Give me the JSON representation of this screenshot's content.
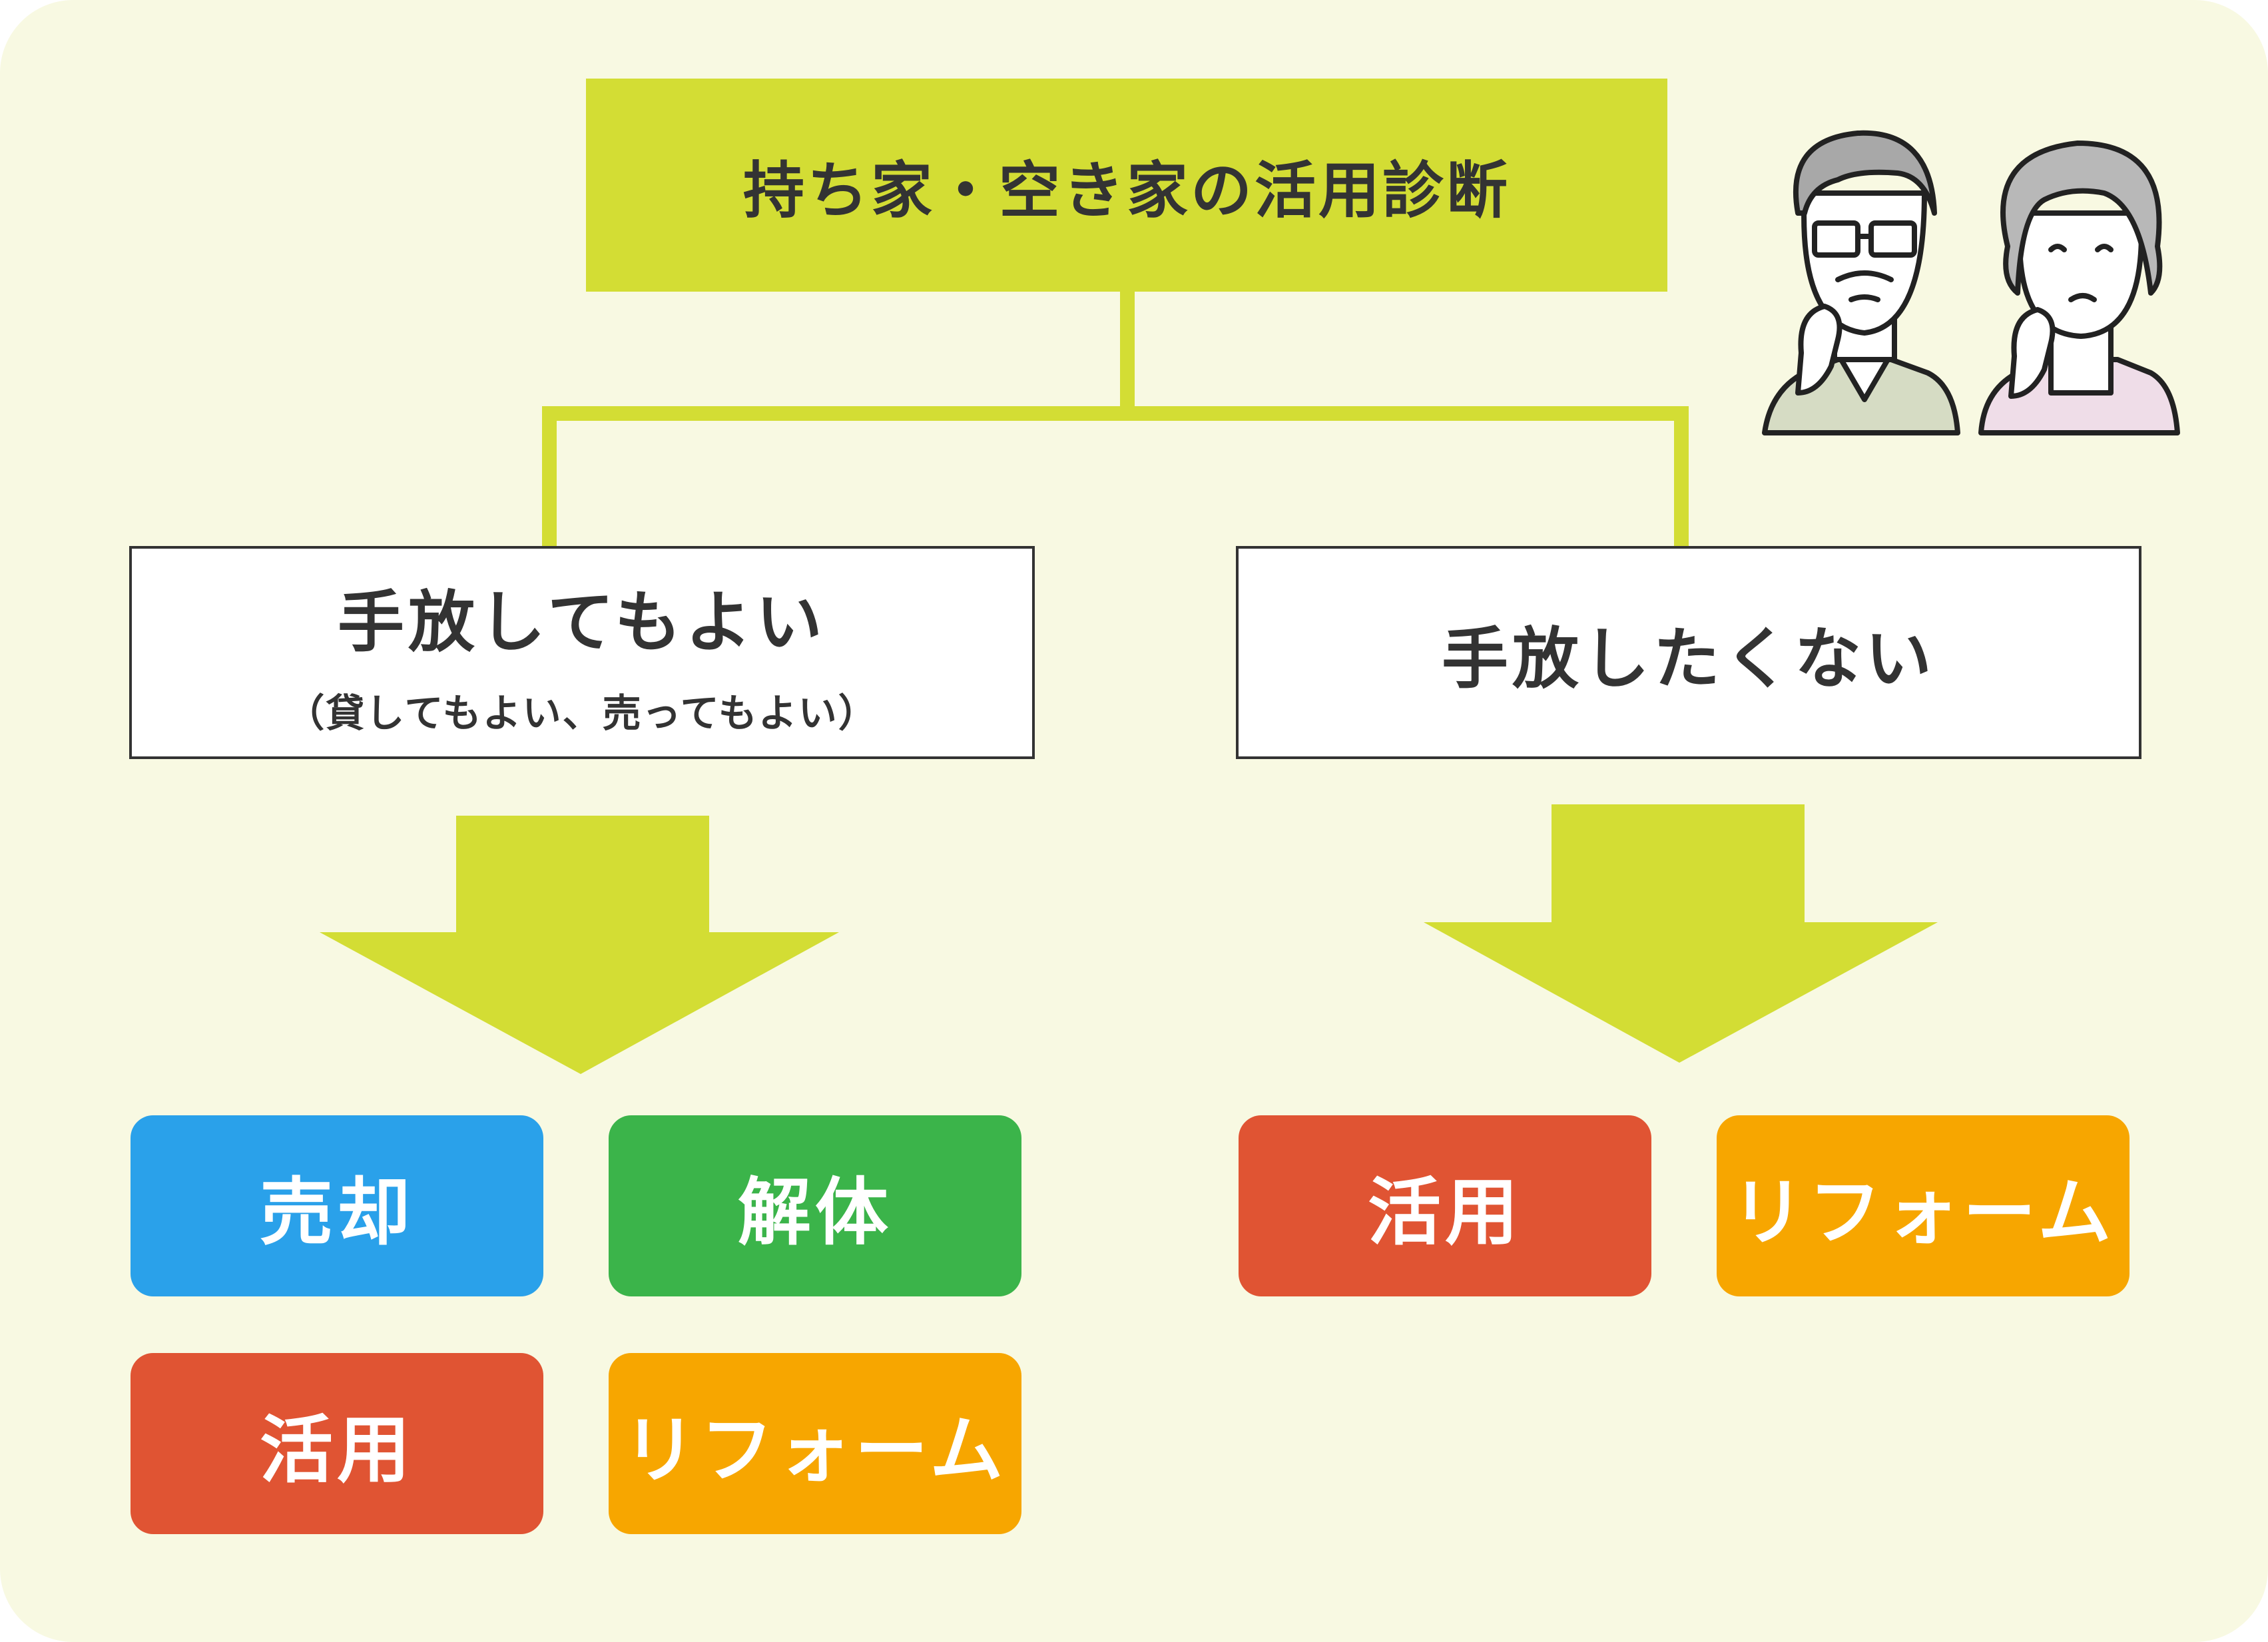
{
  "title": "持ち家・空き家の活用診断",
  "branches": {
    "left": {
      "label": "手放してもよい",
      "sublabel": "（貸してもよい、売ってもよい）",
      "options": [
        {
          "label": "売却",
          "color": "#2aa1ea"
        },
        {
          "label": "解体",
          "color": "#3bb44a"
        },
        {
          "label": "活用",
          "color": "#e05433"
        },
        {
          "label": "リフォーム",
          "color": "#f7a600"
        }
      ]
    },
    "right": {
      "label": "手放したくない",
      "options": [
        {
          "label": "活用",
          "color": "#e05433"
        },
        {
          "label": "リフォーム",
          "color": "#f7a600"
        }
      ]
    }
  },
  "colors": {
    "background": "#f8f9e2",
    "accent": "#d3dd34",
    "text": "#333333"
  },
  "illustration": "elderly-couple-thinking-icon"
}
